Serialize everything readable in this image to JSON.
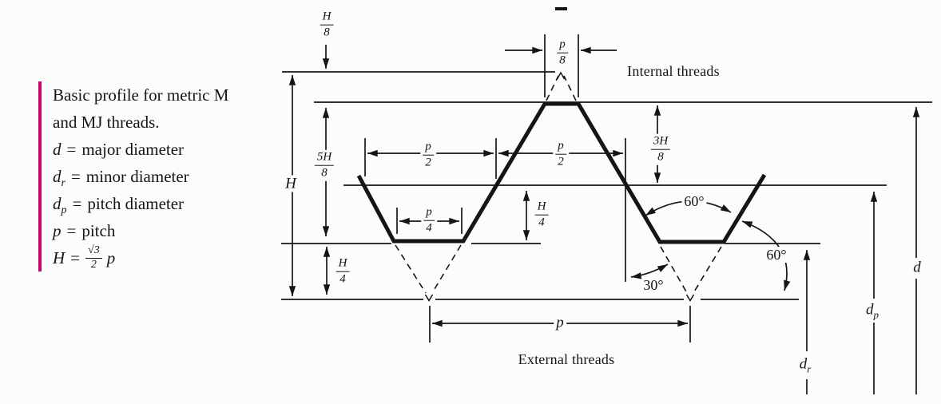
{
  "figure": {
    "caption": {
      "title_line1": "Basic profile for metric M",
      "title_line2": "and MJ threads.",
      "definitions": [
        {
          "sym": "d",
          "sub": "",
          "eq": "=",
          "desc": "major diameter"
        },
        {
          "sym": "d",
          "sub": "r",
          "eq": "=",
          "desc": "minor diameter"
        },
        {
          "sym": "d",
          "sub": "p",
          "eq": "=",
          "desc": "pitch diameter"
        },
        {
          "sym": "p",
          "sub": "",
          "eq": "=",
          "desc": "pitch"
        }
      ],
      "formula": {
        "sym": "H",
        "eq": "=",
        "num": "√3",
        "den": "2",
        "tail": "p"
      }
    },
    "region_labels": {
      "internal": "Internal threads",
      "external": "External threads"
    },
    "dimensions": {
      "H8": {
        "num": "H",
        "den": "8"
      },
      "p8": {
        "num": "p",
        "den": "8"
      },
      "fiveH8": {
        "num": "5H",
        "den": "8"
      },
      "H": "H",
      "H4_left": {
        "num": "H",
        "den": "4"
      },
      "threeH8": {
        "num": "3H",
        "den": "8"
      },
      "H4_right": {
        "num": "H",
        "den": "4"
      },
      "p2_left": {
        "num": "p",
        "den": "2"
      },
      "p2_right": {
        "num": "p",
        "den": "2"
      },
      "p4": {
        "num": "p",
        "den": "4"
      },
      "p": "p"
    },
    "angles": {
      "thread_60": "60°",
      "flank_60": "60°",
      "half_angle_30": "30°"
    },
    "diameters": {
      "d": {
        "base": "d",
        "sub": ""
      },
      "dp": {
        "base": "d",
        "sub": "p"
      },
      "dr": {
        "base": "d",
        "sub": "r"
      }
    },
    "colors": {
      "accent_bar": "#c5076b",
      "ink": "#151515",
      "background": "#fcfcfc"
    }
  }
}
